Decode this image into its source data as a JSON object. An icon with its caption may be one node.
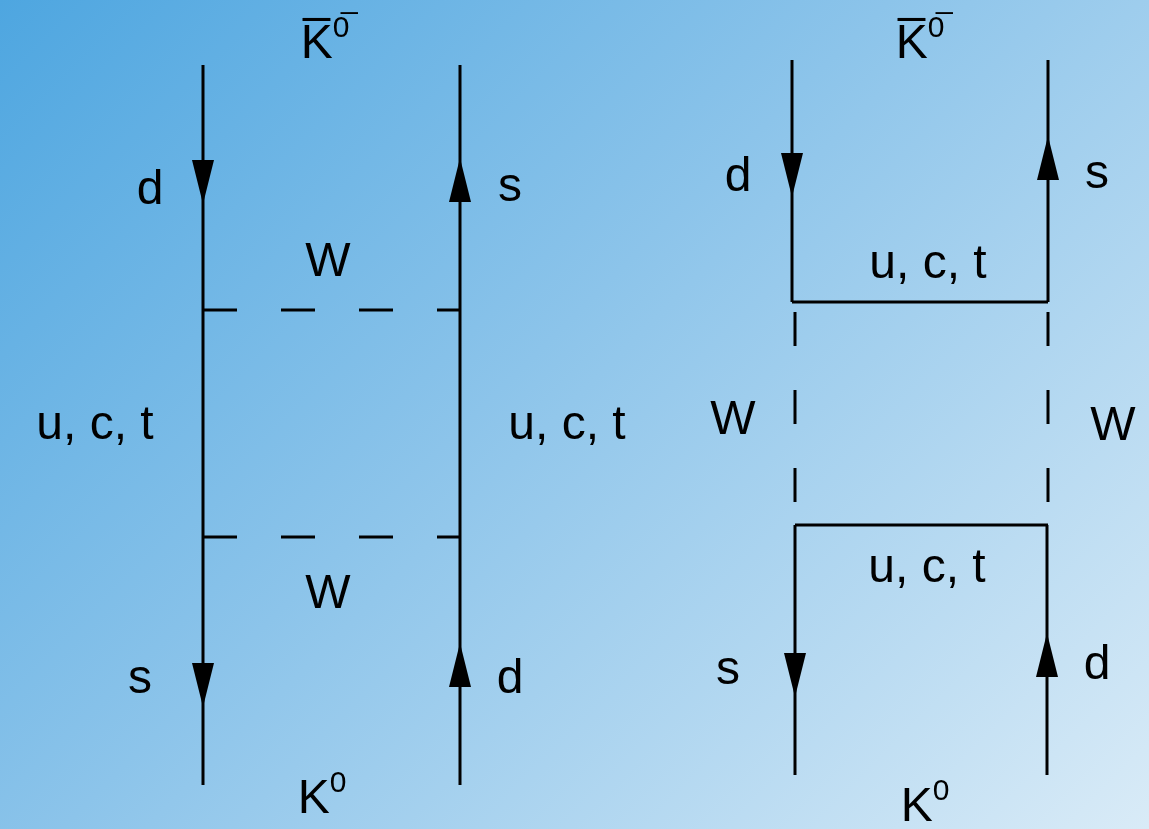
{
  "diagram": {
    "labels": [
      "K̅$^{0̅}$",
      "K̅$^{0̅}$",
      "d",
      "s",
      "d",
      "s",
      "W",
      "u, c, t",
      "u, c, t",
      "u, c, t",
      "W",
      "W",
      "u, c, t",
      "W",
      "s",
      "d",
      "s",
      "d",
      "K$^{0}$",
      "K$^{0}$"
    ]
  }
}
